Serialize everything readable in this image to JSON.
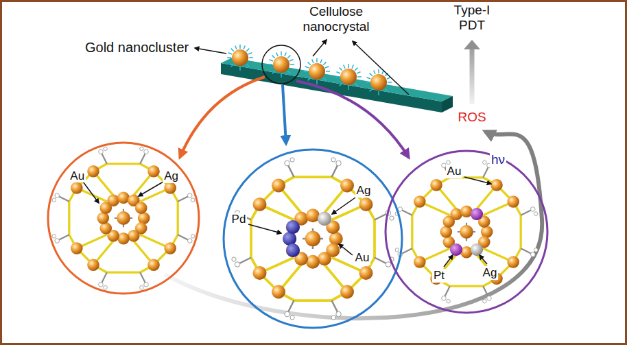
{
  "diagram": {
    "nodes": [
      {
        "text": [
          "Au",
          "Ag"
        ]
      },
      {
        "text": [
          "Pd",
          "Ag",
          "Au"
        ]
      },
      {
        "text": [
          "Au",
          "Pt",
          "Ag"
        ]
      }
    ],
    "labels": [
      "Gold nanocluster",
      "Cellulose nanocrystal",
      "Type-I PDT",
      "ROS",
      "hν"
    ]
  }
}
